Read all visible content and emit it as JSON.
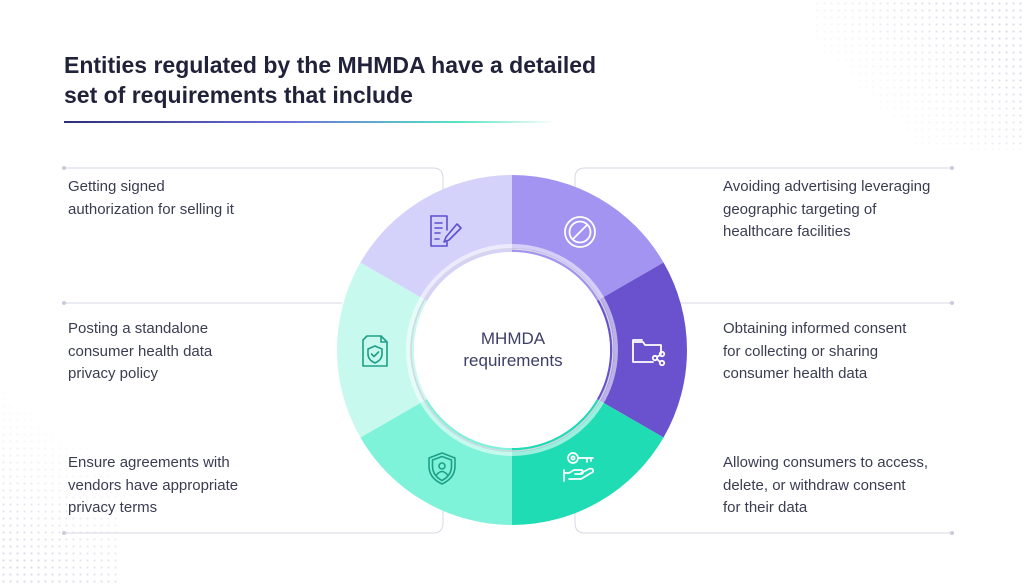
{
  "title": {
    "line1": "Entities regulated by the MHMDA have a detailed",
    "line2": "set of requirements that include"
  },
  "center": {
    "line1": "MHMDA",
    "line2": "requirements"
  },
  "items": [
    {
      "id": "signed-authorization",
      "lines": [
        "Getting signed",
        "authorization for selling it"
      ],
      "icon": "document-pen-icon",
      "color": "#d4d2fb"
    },
    {
      "id": "privacy-policy",
      "lines": [
        "Posting a standalone",
        "consumer health data",
        "privacy policy"
      ],
      "icon": "document-shield-icon",
      "color": "#c8f9ee"
    },
    {
      "id": "vendor-agreements",
      "lines": [
        "Ensure agreements with",
        "vendors have appropriate",
        "privacy terms"
      ],
      "icon": "shield-person-icon",
      "color": "#7ff2da"
    },
    {
      "id": "avoid-geotargeting",
      "lines": [
        "Avoiding advertising leveraging",
        "geographic targeting of",
        "healthcare facilities"
      ],
      "icon": "prohibited-icon",
      "color": "#a394f2"
    },
    {
      "id": "informed-consent",
      "lines": [
        "Obtaining informed consent",
        "for collecting or sharing",
        "consumer health data"
      ],
      "icon": "folder-share-icon",
      "color": "#6a52cf"
    },
    {
      "id": "consumer-access",
      "lines": [
        "Allowing consumers to access,",
        "delete, or withdraw consent",
        "for their data"
      ],
      "icon": "hand-key-icon",
      "color": "#1fdcb4"
    }
  ]
}
